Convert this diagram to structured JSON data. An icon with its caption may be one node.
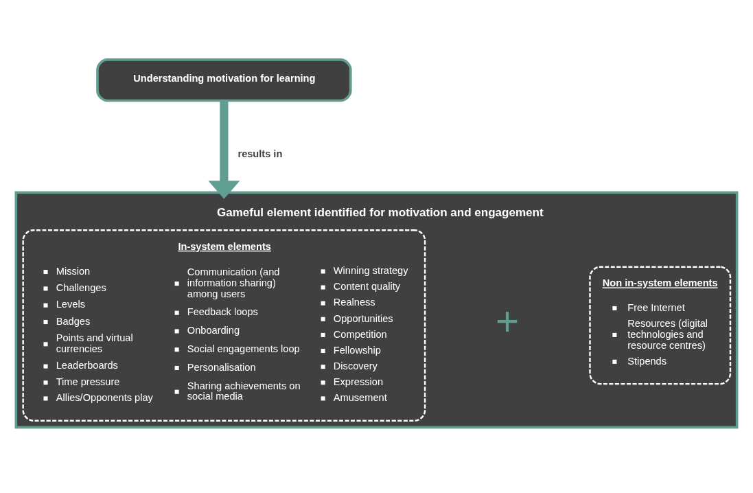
{
  "diagram": {
    "nodes": [
      {
        "text": [
          "Understanding motivation for learning"
        ]
      },
      {
        "text": [
          "Gameful element identified for motivation and engagement"
        ]
      },
      {
        "text": [
          "In-system elements",
          "Mission",
          "Challenges",
          "Levels",
          "Badges",
          "Points and virtual currencies",
          "Leaderboards",
          "Time pressure",
          "Allies/Opponents play",
          "Communication (and information sharing) among users",
          "Feedback loops",
          "Onboarding",
          "Social engagements loop",
          "Personalisation",
          "Sharing achievements on social media",
          "Winning strategy",
          "Content quality",
          "Realness",
          "Opportunities",
          "Competition",
          "Fellowship",
          "Discovery",
          "Expression",
          "Amusement"
        ],
        "in": 1
      },
      {
        "text": [
          "Non in-system elements",
          "Free Internet",
          "Resources (digital technologies and resource centres)",
          "Stipends"
        ],
        "in": 1
      }
    ],
    "edges": [
      {
        "from": 0,
        "to": 1,
        "arrow": "to",
        "label": "results in"
      }
    ],
    "labels": [
      "+"
    ]
  }
}
